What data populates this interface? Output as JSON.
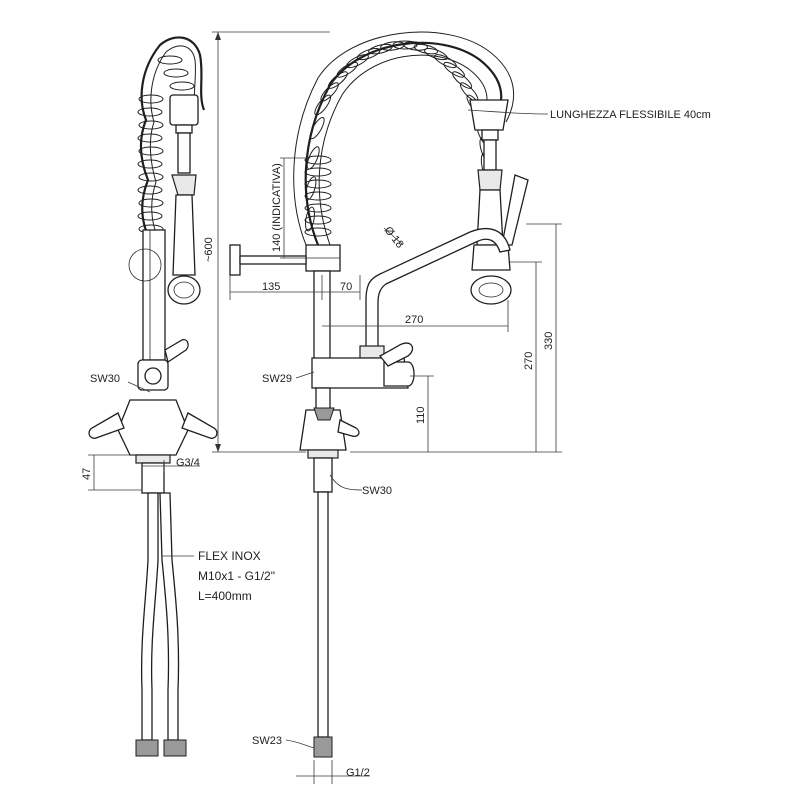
{
  "labels": {
    "hose_length": "LUNGHEZZA FLESSIBILE 40cm",
    "height_total": "~600",
    "height_indicative": "140 (INDICATIVA)",
    "diameter": "Ø 18",
    "dim_135": "135",
    "dim_70": "70",
    "dim_270_h": "270",
    "dim_270_v": "270",
    "dim_330": "330",
    "dim_110": "110",
    "dim_47": "47",
    "g34": "G3/4",
    "sw30_left": "SW30",
    "sw29": "SW29",
    "sw30_right": "SW30",
    "sw23": "SW23",
    "g12": "G1/2",
    "flex_line1": "FLEX INOX",
    "flex_line2": "M10x1 - G1/2\"",
    "flex_line3": "L=400mm"
  }
}
